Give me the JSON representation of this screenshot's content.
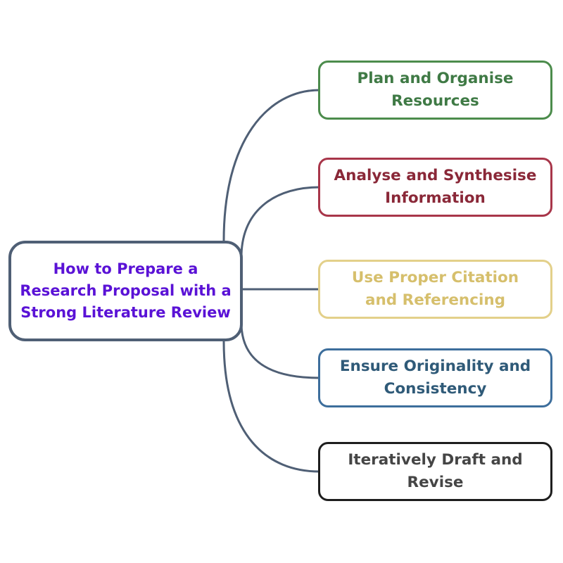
{
  "central": {
    "lines": [
      "How to Prepare a",
      "Research Proposal with a",
      "Strong Literature Review"
    ],
    "color": "#5a12d6"
  },
  "branches": [
    {
      "lines": [
        "Plan and Organise",
        "Resources"
      ],
      "border": "#4c8c4c",
      "text": "#3f7a45"
    },
    {
      "lines": [
        "Analyse and Synthesise",
        "Information"
      ],
      "border": "#a8364a",
      "text": "#8a2838"
    },
    {
      "lines": [
        "Use Proper Citation",
        "and Referencing"
      ],
      "border": "#e3d08a",
      "text": "#d6bf6c"
    },
    {
      "lines": [
        "Ensure Originality and",
        "Consistency"
      ],
      "border": "#3d6e9c",
      "text": "#2f5a78"
    },
    {
      "lines": [
        "Iteratively Draft and",
        "Revise"
      ],
      "border": "#1e1e1e",
      "text": "#454545"
    }
  ],
  "connector_color": "#4f5f75"
}
